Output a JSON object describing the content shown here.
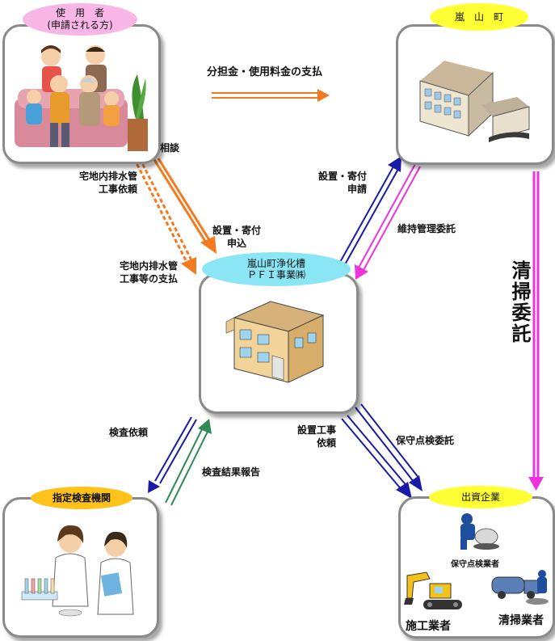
{
  "nodes": {
    "user": {
      "line1": "使　用　者",
      "line2": "(申請される方)"
    },
    "town": {
      "label": "嵐　山　町"
    },
    "pfi": {
      "line1": "嵐山町浄化槽",
      "line2": "ＰＦＩ事業㈱"
    },
    "inspection": {
      "label": "指定検査機関"
    },
    "investor": {
      "label": "出資企業",
      "sub_maintenance": "保守点検業者",
      "sub_construction": "施工業者",
      "sub_cleaning": "清掃業者"
    }
  },
  "flows": {
    "payment_to_town": "分担金・使用料金の支払",
    "consult": "相談",
    "drain_request": [
      "宅地内排水管",
      "工事依頼"
    ],
    "drain_payment": [
      "宅地内排水管",
      "工事等の支払"
    ],
    "install_apply_user": [
      "設置・寄付",
      "申込"
    ],
    "install_apply_pfi": [
      "設置・寄付",
      "申請"
    ],
    "maintenance_contract": "維持管理委託",
    "cleaning_contract": "清掃委託",
    "inspection_request": "検査依頼",
    "inspection_report": "検査結果報告",
    "construction_request": [
      "設置工事",
      "依頼"
    ],
    "maintenance_check": "保守点検委託"
  },
  "colors": {
    "orange": "#f47a20",
    "blue": "#1a1aa8",
    "magenta": "#ee33dd",
    "green": "#2e8b57",
    "pink_pill": "#f7b6e6",
    "yellow_pill": "#ffff33",
    "cyan_pill": "#8ae6f4",
    "gold_pill": "#ffc21a"
  }
}
